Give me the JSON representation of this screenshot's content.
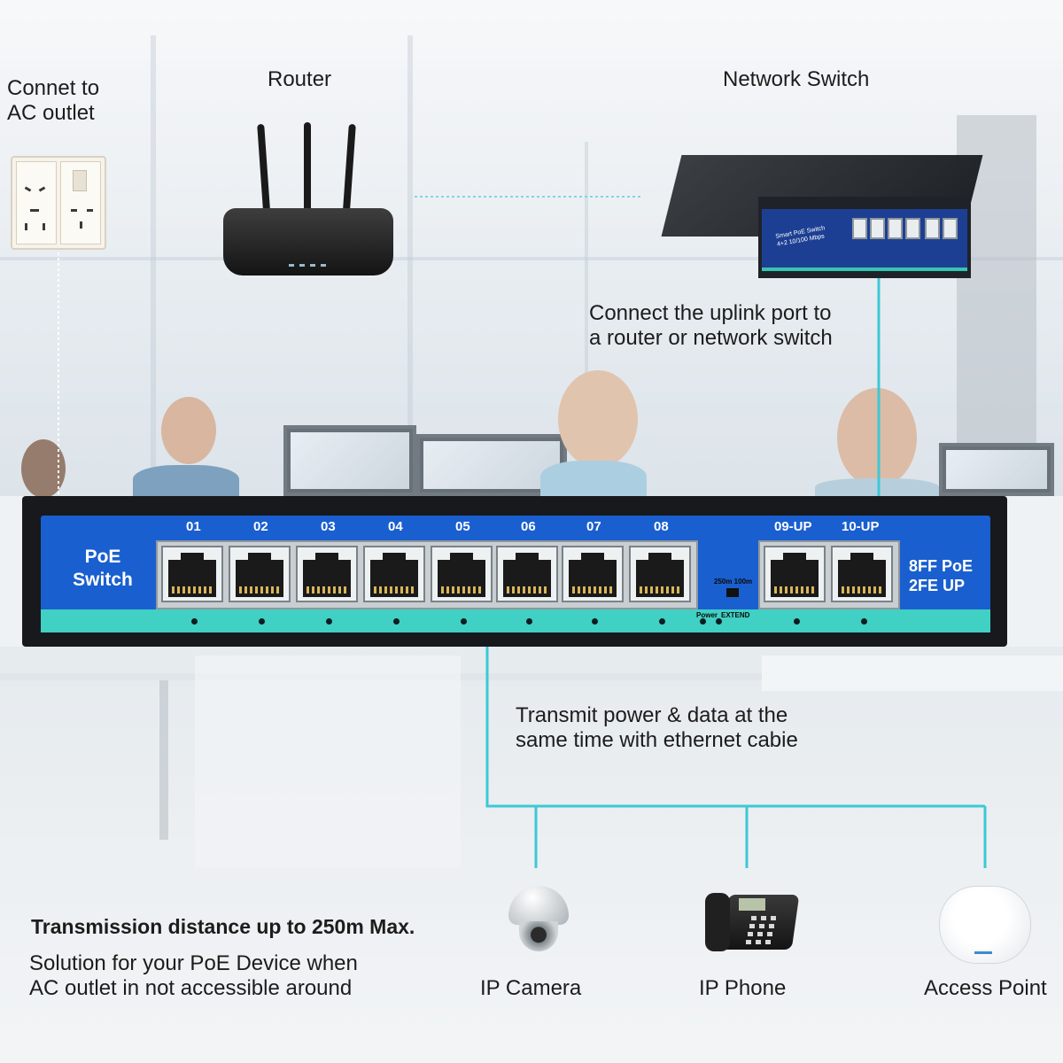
{
  "labels": {
    "outlet": "Connet to\nAC outlet",
    "router": "Router",
    "network_switch": "Network Switch",
    "uplink": "Connect the uplink port to\na router or network switch",
    "transmit": "Transmit power & data at the\nsame time with ethernet cabie",
    "distance": "Transmission distance up to 250m Max.",
    "solution": "Solution for your PoE Device when\nAC outlet in not accessible around",
    "ip_camera": "IP Camera",
    "ip_phone": "IP Phone",
    "access_point": "Access Point"
  },
  "poe_switch": {
    "title": "PoE\nSwitch",
    "spec": "8FF PoE\n2FE UP",
    "ports": [
      "01",
      "02",
      "03",
      "04",
      "05",
      "06",
      "07",
      "08"
    ],
    "uplink_ports": [
      "09-UP",
      "10-UP"
    ],
    "mode_label": "250m 100m",
    "power_label": "Power",
    "extend_label": "EXTEND"
  },
  "small_switch": {
    "label": "Smart PoE Switch\n4+2 10/100 Mbps"
  },
  "colors": {
    "panel_blue": "#1a5fcf",
    "strip_teal": "#40d0c4",
    "cable": "#3cc8d6"
  }
}
